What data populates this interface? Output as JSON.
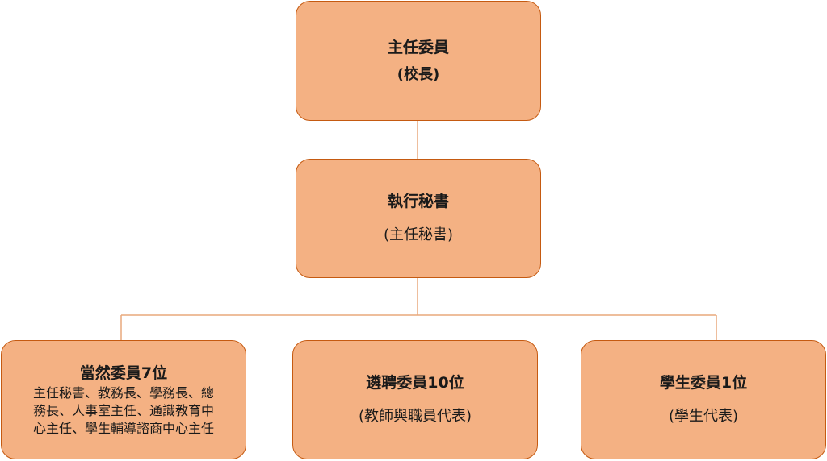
{
  "chairman": {
    "title": "主任委員",
    "subtitle": "(校長)"
  },
  "executive_secretary": {
    "title": "執行秘書",
    "subtitle": "(主任秘書)"
  },
  "ex_officio": {
    "title": "當然委員7位",
    "members_lines": [
      "主任秘書、教務長、學務長、總",
      "務長、人事室主任、通識教育中",
      "心主任、學生輔導諮商中心主任"
    ]
  },
  "appointed": {
    "title": "遴聘委員10位",
    "subtitle": "(教師與職員代表)"
  },
  "student": {
    "title": "學生委員1位",
    "subtitle": "(學生代表)"
  },
  "colors": {
    "box_fill": "#f4b183",
    "box_border": "#c55a11",
    "connector": "#e8a87c"
  }
}
